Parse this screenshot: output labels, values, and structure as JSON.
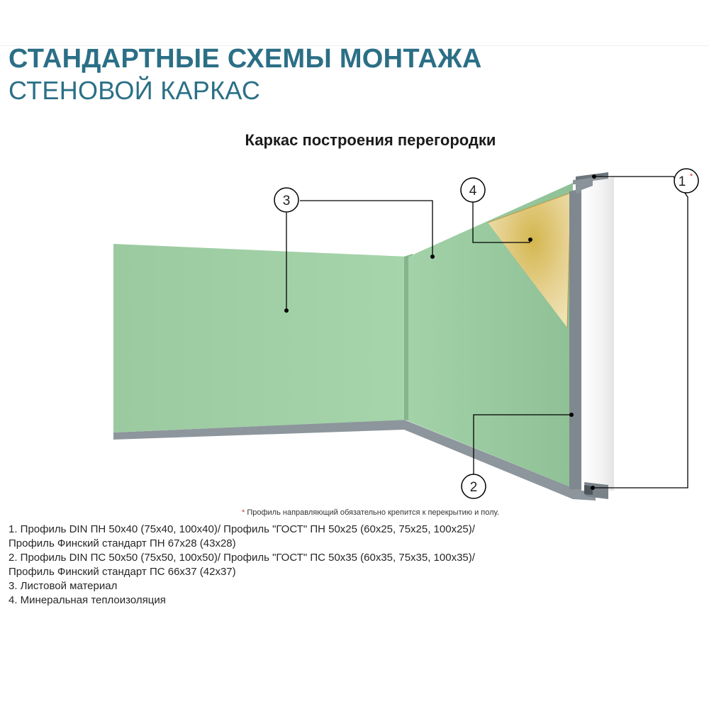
{
  "header": {
    "title": "СТАНДАРТНЫЕ СХЕМЫ МОНТАЖА",
    "subtitle": "СТЕНОВОЙ КАРКАС"
  },
  "diagram": {
    "title": "Каркас построения перегородки",
    "callouts": [
      {
        "label": "1",
        "superscript": "*"
      },
      {
        "label": "2"
      },
      {
        "label": "3"
      },
      {
        "label": "4"
      }
    ],
    "colors": {
      "panel": "#9dcda3",
      "profile": "#8e979d",
      "insulation": "#e7d59a",
      "leader": "#000000",
      "title": "#2b6f86",
      "asterisk": "#d32f2f"
    }
  },
  "footnote": {
    "star": "*",
    "text": " Профиль направляющий обязательно крепится к перекрытию и полу."
  },
  "legend": [
    {
      "lines": [
        "1. Профиль DIN ПН 50х40 (75х40, 100х40)/ Профиль \"ГОСТ\" ПН 50х25 (60х25, 75х25, 100х25)/",
        "Профиль Финский стандарт ПН 67х28 (43х28)"
      ]
    },
    {
      "lines": [
        "2. Профиль DIN ПС 50х50 (75х50, 100х50)/ Профиль \"ГОСТ\" ПС 50х35 (60х35, 75х35, 100х35)/",
        "Профиль Финский стандарт ПС 66х37 (42х37)"
      ]
    },
    {
      "lines": [
        "3. Листовой материал"
      ]
    },
    {
      "lines": [
        "4. Минеральная теплоизоляция"
      ]
    }
  ]
}
